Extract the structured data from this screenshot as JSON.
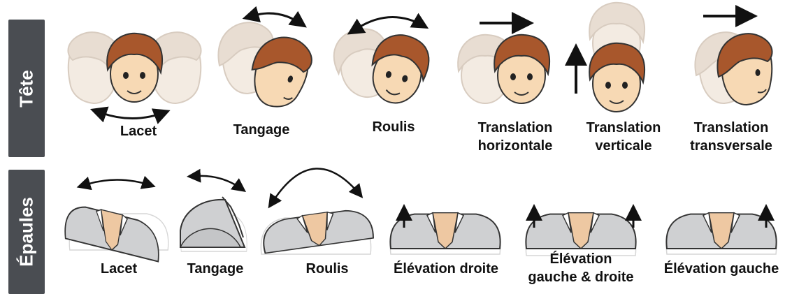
{
  "rows": {
    "head": {
      "title": "Tête",
      "items": [
        {
          "line1": "Lacet",
          "line2": ""
        },
        {
          "line1": "Tangage",
          "line2": ""
        },
        {
          "line1": "Roulis",
          "line2": ""
        },
        {
          "line1": "Translation",
          "line2": "horizontale"
        },
        {
          "line1": "Translation",
          "line2": "verticale"
        },
        {
          "line1": "Translation",
          "line2": "transversale"
        }
      ]
    },
    "shoulders": {
      "title": "Épaules",
      "items": [
        {
          "line1": "Lacet",
          "line2": ""
        },
        {
          "line1": "Tangage",
          "line2": ""
        },
        {
          "line1": "Roulis",
          "line2": ""
        },
        {
          "line1": "Élévation droite",
          "line2": ""
        },
        {
          "line1": "Élévation",
          "line2": "gauche & droite"
        },
        {
          "line1": "Élévation gauche",
          "line2": ""
        }
      ]
    }
  },
  "colors": {
    "tab": "#4a4d52",
    "hair": "#a8572c",
    "skin": "#f7d9b4",
    "ghost": "#eee3d8",
    "shirt": "#cfd0d2",
    "neck": "#eec8a2",
    "arrow": "#111111"
  }
}
